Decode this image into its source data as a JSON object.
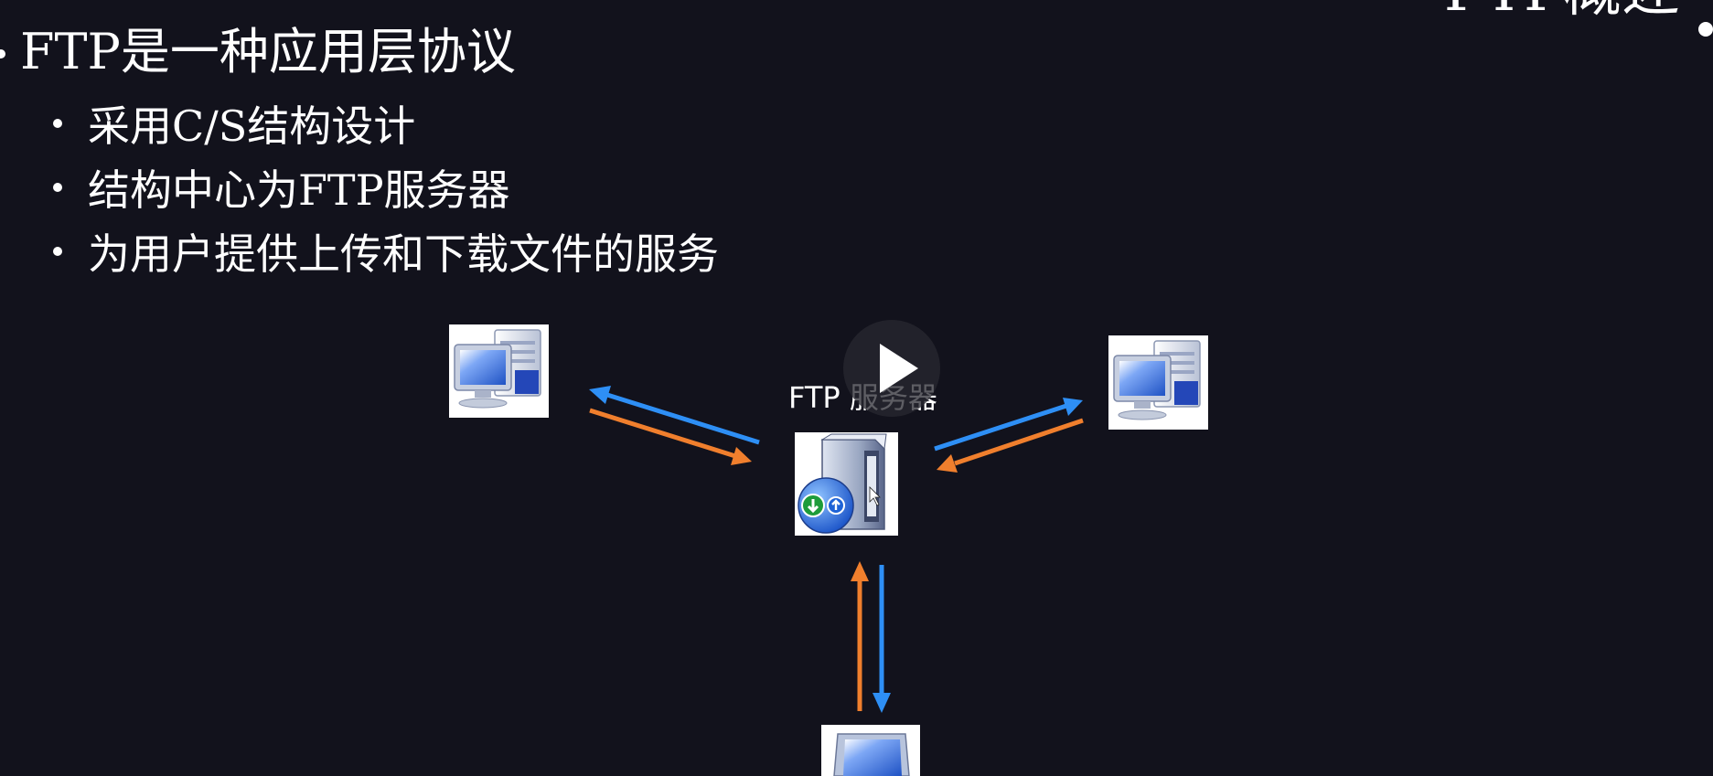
{
  "slide": {
    "title": "FTP概述",
    "main_point": "FTP是一种应用层协议",
    "sub_points": [
      "采用C/S结构设计",
      "结构中心为FTP服务器",
      "为用户提供上传和下载文件的服务"
    ]
  },
  "diagram": {
    "server_label": "FTP 服务器",
    "arrow_colors": {
      "upload": "#f07f2d",
      "download": "#2e8ff5"
    }
  },
  "player": {
    "play_icon": "play-icon"
  }
}
